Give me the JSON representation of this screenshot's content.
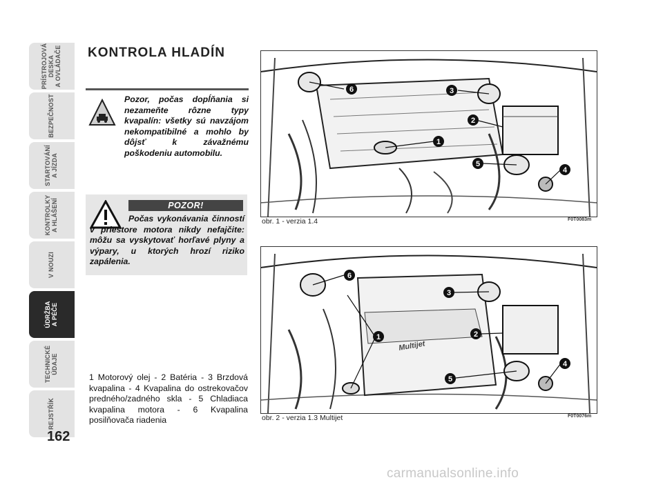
{
  "tabs": [
    {
      "label": "PRÍSTROJOVÁ\nDESKA\nA OVLÁDAČE",
      "active": false
    },
    {
      "label": "BEZPEČNOST",
      "active": false
    },
    {
      "label": "STARTOVÁNÍ\nA JÍZDA",
      "active": false
    },
    {
      "label": "KONTROLKY\nA HLÁŠENÍ",
      "active": false
    },
    {
      "label": "V NOUZI",
      "active": false
    },
    {
      "label": "ÚDRŽBA\nA PÉČE",
      "active": true
    },
    {
      "label": "TECHNICKÉ\nÚDAJE",
      "active": false
    },
    {
      "label": "REJSTŘÍK",
      "active": false
    }
  ],
  "page_number": "162",
  "title": "KONTROLA HLADÍN",
  "note_caution": {
    "text": "Pozor, počas dopĺňania si nezameňte rôzne typy kvapalín: všetky sú navzájom nekompatibilné a mohlo by dôjsť k závažnému poškodeniu automobilu."
  },
  "note_warning": {
    "header": "POZOR!",
    "text": "Počas vykonávania činností v priestore motora nikdy nefajčite: môžu sa vyskytovať horľavé plyny a výpary, u ktorých hrozí riziko zapálenia."
  },
  "legend": "1 Motorový olej - 2 Batéria - 3 Brzdová kvapalina - 4 Kvapalina do ostrekovačov predného/zadného skla - 5 Chladiaca kvapalina motora - 6 Kvapalina posilňovača riadenia",
  "figure1": {
    "caption": "obr. 1 - verzia 1.4",
    "code": "F0T0083m",
    "labels": [
      "1",
      "2",
      "3",
      "4",
      "5",
      "6"
    ]
  },
  "figure2": {
    "caption": "obr. 2 - verzia 1.3 Multijet",
    "code": "F0T0076m",
    "labels": [
      "1",
      "2",
      "3",
      "4",
      "5",
      "6"
    ],
    "engine_text": "Multijet"
  },
  "watermark": "carmanualsonline.info"
}
